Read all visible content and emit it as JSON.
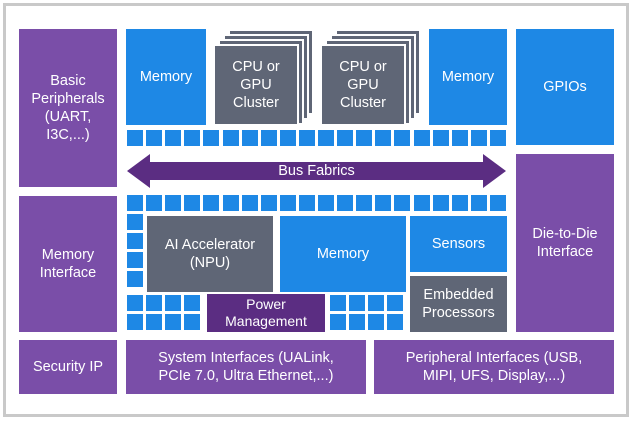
{
  "blocks": {
    "basic_peripherals": "Basic\nPeripherals\n(UART,\nI3C,...)",
    "memory_top_left": "Memory",
    "cpu_cluster_1": "CPU or\nGPU\nCluster",
    "cpu_cluster_2": "CPU or\nGPU\nCluster",
    "memory_top_right": "Memory",
    "gpios": "GPIOs",
    "bus_fabrics": "Bus Fabrics",
    "memory_interface": "Memory\nInterface",
    "ai_accelerator": "AI Accelerator\n(NPU)",
    "memory_middle": "Memory",
    "sensors": "Sensors",
    "die_to_die": "Die-to-Die\nInterface",
    "power_management": "Power\nManagement",
    "embedded_processors": "Embedded\nProcessors",
    "security_ip": "Security IP",
    "system_interfaces": "System Interfaces (UALink,\nPCIe 7.0, Ultra Ethernet,...)",
    "peripheral_interfaces": "Peripheral Interfaces (USB,\nMIPI, UFS, Display,...)"
  },
  "colors": {
    "purple": "#7a4ea8",
    "blue": "#1e88e5",
    "gray": "#5f6676",
    "bus": "#5b2d82",
    "border": "#c9c9c9"
  }
}
